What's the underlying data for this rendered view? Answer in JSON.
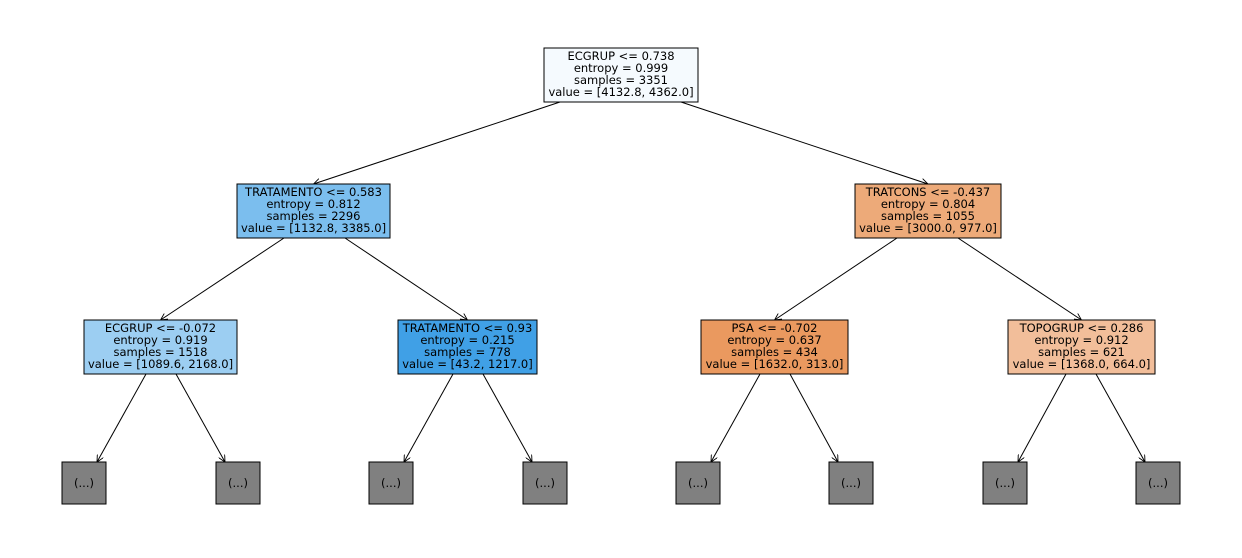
{
  "tree": {
    "nodes": [
      {
        "id": "root",
        "lines": [
          "ECGRUP <= 0.738",
          "entropy = 0.999",
          "samples = 3351",
          "value = [4132.8, 4362.0]"
        ],
        "fill": "#f5fafe"
      },
      {
        "id": "l",
        "lines": [
          "TRATAMENTO <= 0.583",
          "entropy = 0.812",
          "samples = 2296",
          "value = [1132.8, 3385.0]"
        ],
        "fill": "#7bbeee"
      },
      {
        "id": "r",
        "lines": [
          "TRATCONS <= -0.437",
          "entropy = 0.804",
          "samples = 1055",
          "value = [3000.0, 977.0]"
        ],
        "fill": "#edaa79"
      },
      {
        "id": "ll",
        "lines": [
          "ECGRUP <= -0.072",
          "entropy = 0.919",
          "samples = 1518",
          "value = [1089.6, 2168.0]"
        ],
        "fill": "#9ccef2"
      },
      {
        "id": "lr",
        "lines": [
          "TRATAMENTO <= 0.93",
          "entropy = 0.215",
          "samples = 778",
          "value = [43.2, 1217.0]"
        ],
        "fill": "#40a0e6"
      },
      {
        "id": "rl",
        "lines": [
          "PSA <= -0.702",
          "entropy = 0.637",
          "samples = 434",
          "value = [1632.0, 313.0]"
        ],
        "fill": "#ea995f"
      },
      {
        "id": "rr",
        "lines": [
          "TOPOGRUP <= 0.286",
          "entropy = 0.912",
          "samples = 621",
          "value = [1368.0, 664.0]"
        ],
        "fill": "#f2be9a"
      }
    ],
    "truncated_label": "(...)",
    "truncated_fill": "#808080"
  }
}
